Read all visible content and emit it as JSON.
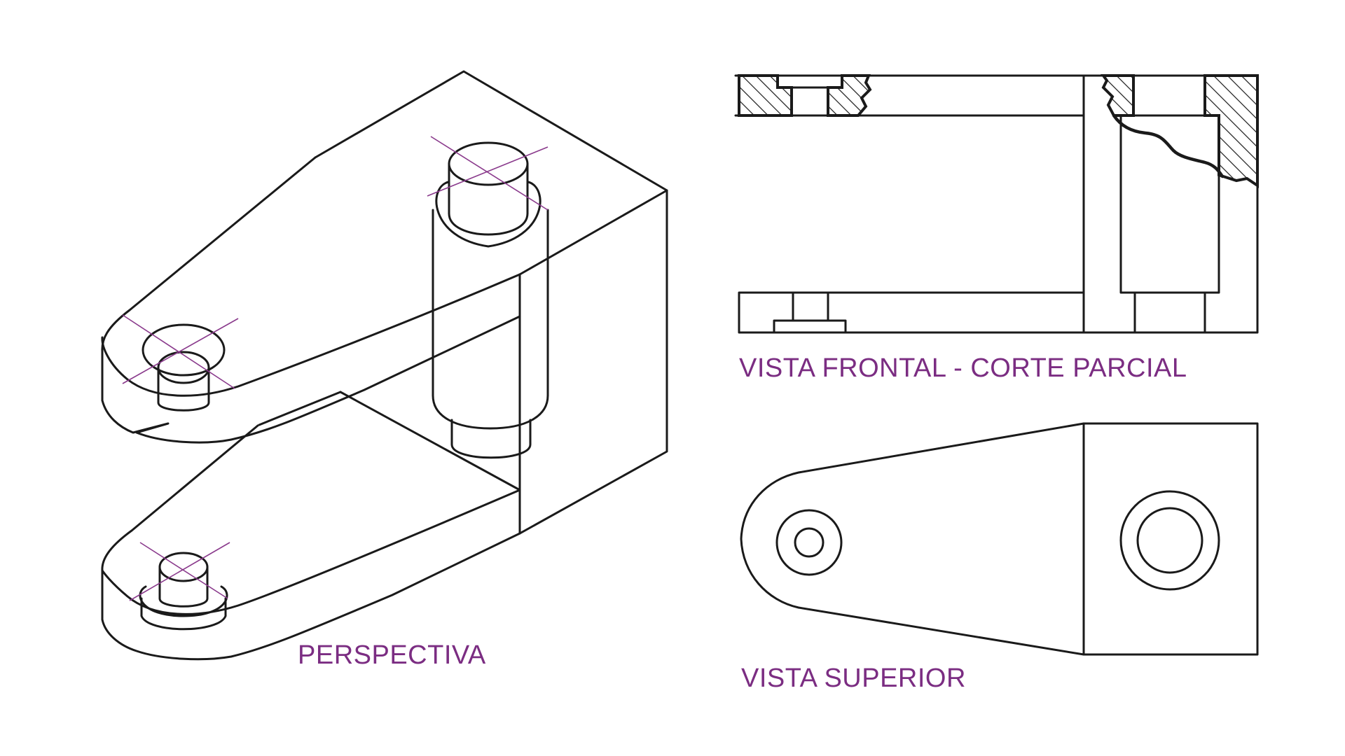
{
  "colors": {
    "line": "#1a1a1a",
    "label": "#7b2d82",
    "centerline": "#8a3a8c",
    "background": "#ffffff"
  },
  "labels": {
    "perspective": "PERSPECTIVA",
    "front": "VISTA FRONTAL - CORTE PARCIAL",
    "top": "VISTA SUPERIOR"
  }
}
